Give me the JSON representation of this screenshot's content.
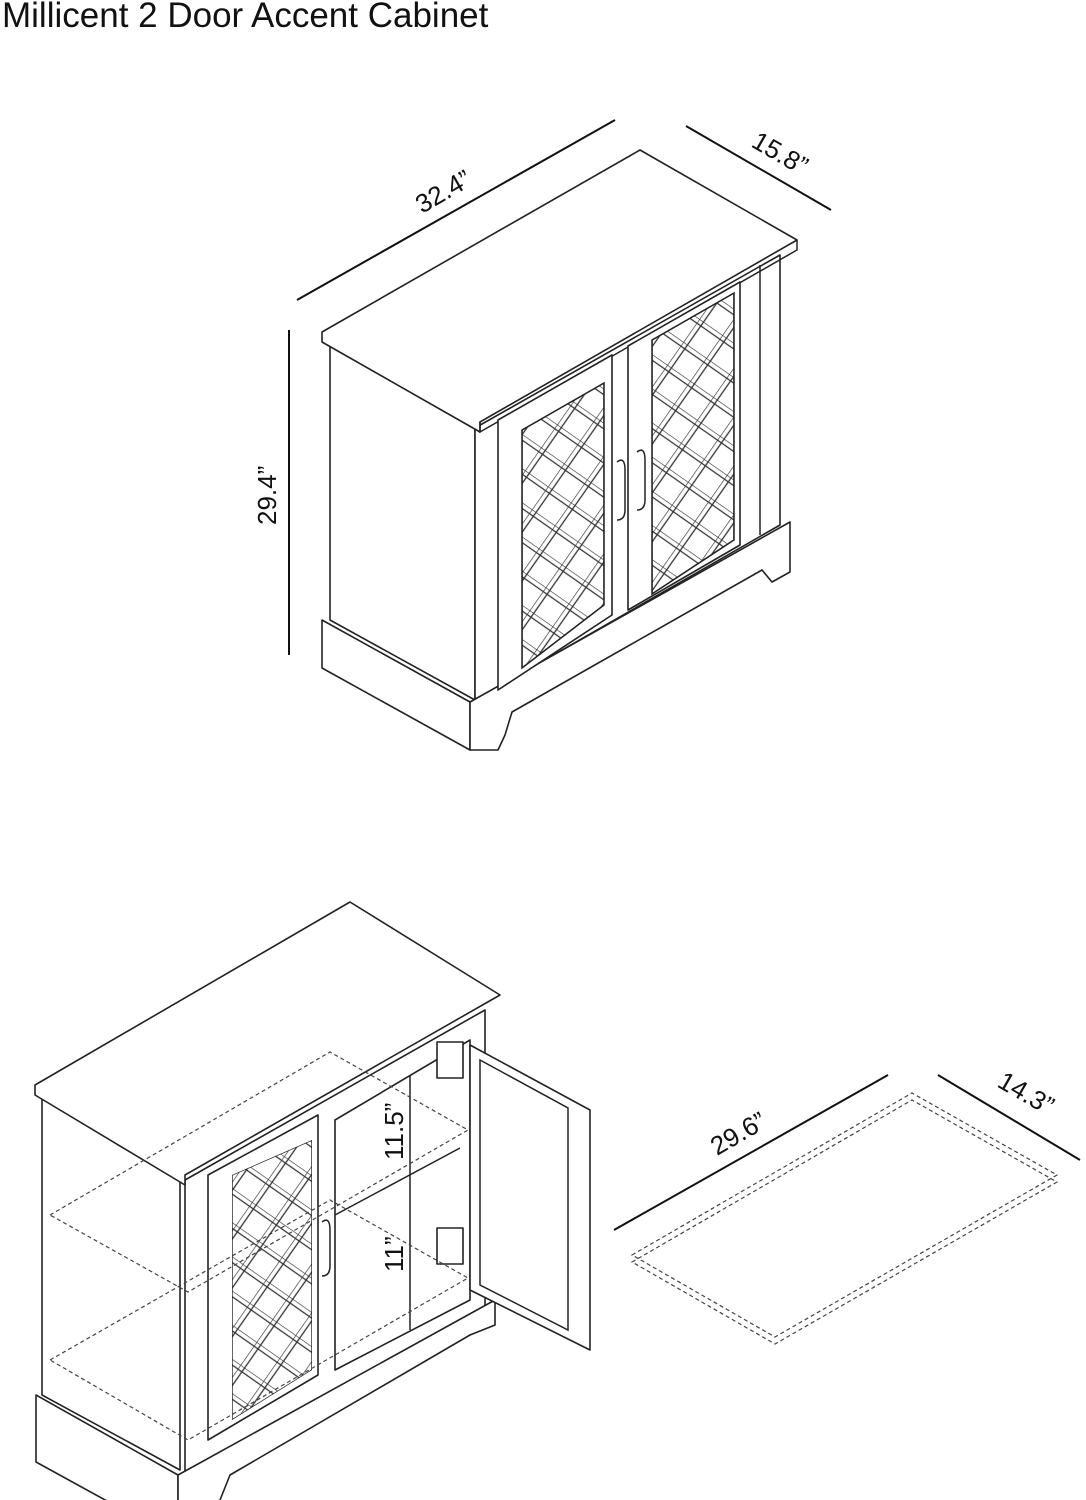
{
  "title": "Millicent 2 Door Accent Cabinet",
  "dimensions": {
    "width": "32.4”",
    "depth": "15.8”",
    "height": "29.4”",
    "upper_shelf_gap": "11.5”",
    "lower_shelf_gap": "11”",
    "shelf_width": "29.6”",
    "shelf_depth": "14.3”"
  }
}
